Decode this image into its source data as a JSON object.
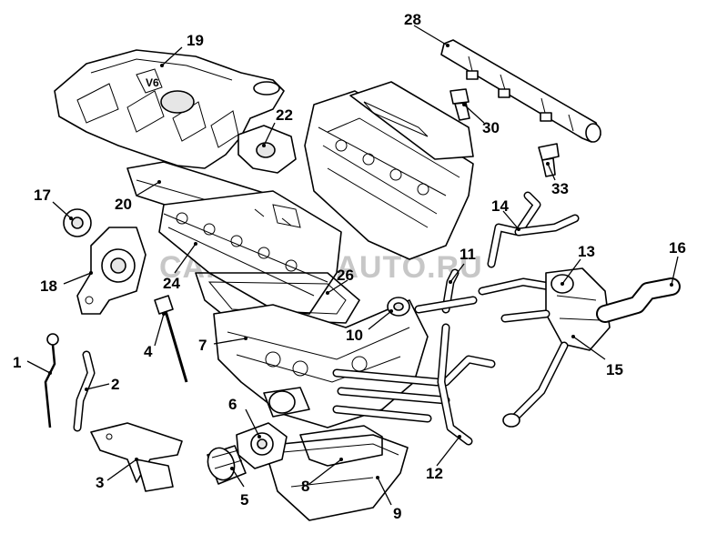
{
  "callouts": [
    {
      "id": "1",
      "label": "1"
    },
    {
      "id": "2",
      "label": "2"
    },
    {
      "id": "3",
      "label": "3"
    },
    {
      "id": "4",
      "label": "4"
    },
    {
      "id": "5",
      "label": "5"
    },
    {
      "id": "6",
      "label": "6"
    },
    {
      "id": "7",
      "label": "7"
    },
    {
      "id": "8",
      "label": "8"
    },
    {
      "id": "9",
      "label": "9"
    },
    {
      "id": "10",
      "label": "10"
    },
    {
      "id": "11",
      "label": "11"
    },
    {
      "id": "12",
      "label": "12"
    },
    {
      "id": "13",
      "label": "13"
    },
    {
      "id": "14",
      "label": "14"
    },
    {
      "id": "15",
      "label": "15"
    },
    {
      "id": "16",
      "label": "16"
    },
    {
      "id": "17",
      "label": "17"
    },
    {
      "id": "18",
      "label": "18"
    },
    {
      "id": "19",
      "label": "19"
    },
    {
      "id": "20",
      "label": "20"
    },
    {
      "id": "22",
      "label": "22"
    },
    {
      "id": "24",
      "label": "24"
    },
    {
      "id": "26",
      "label": "26"
    },
    {
      "id": "28",
      "label": "28"
    },
    {
      "id": "30",
      "label": "30"
    },
    {
      "id": "33",
      "label": "33"
    }
  ],
  "watermark": {
    "text": "CARPARTSAUTO.RU",
    "color": "#9a9a9a"
  },
  "colors": {
    "line": "#000000",
    "background": "#ffffff"
  }
}
